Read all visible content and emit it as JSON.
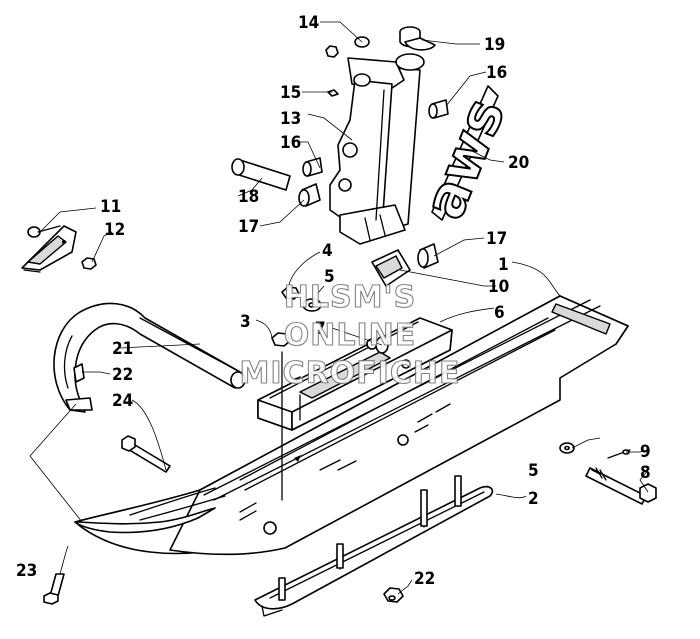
{
  "callouts": [
    {
      "id": "c1",
      "text": "1"
    },
    {
      "id": "c2",
      "text": "2"
    },
    {
      "id": "c3",
      "text": "3"
    },
    {
      "id": "c4",
      "text": "4"
    },
    {
      "id": "c5a",
      "text": "5"
    },
    {
      "id": "c5b",
      "text": "5"
    },
    {
      "id": "c6",
      "text": "6"
    },
    {
      "id": "c7",
      "text": "7"
    },
    {
      "id": "c8",
      "text": "8"
    },
    {
      "id": "c9",
      "text": "9"
    },
    {
      "id": "c10",
      "text": "10"
    },
    {
      "id": "c11",
      "text": "11"
    },
    {
      "id": "c12",
      "text": "12"
    },
    {
      "id": "c13",
      "text": "13"
    },
    {
      "id": "c14",
      "text": "14"
    },
    {
      "id": "c15",
      "text": "15"
    },
    {
      "id": "c16a",
      "text": "16"
    },
    {
      "id": "c16b",
      "text": "16"
    },
    {
      "id": "c17a",
      "text": "17"
    },
    {
      "id": "c17b",
      "text": "17"
    },
    {
      "id": "c18",
      "text": "18"
    },
    {
      "id": "c19",
      "text": "19"
    },
    {
      "id": "c20",
      "text": "20"
    },
    {
      "id": "c21",
      "text": "21"
    },
    {
      "id": "c22a",
      "text": "22"
    },
    {
      "id": "c22b",
      "text": "22"
    },
    {
      "id": "c23",
      "text": "23"
    },
    {
      "id": "c24",
      "text": "24"
    }
  ],
  "decal": {
    "text": "aws"
  },
  "watermark": {
    "line1": "HLSM'S",
    "line2": "ONLINE",
    "line3": "MICROFICHE"
  }
}
